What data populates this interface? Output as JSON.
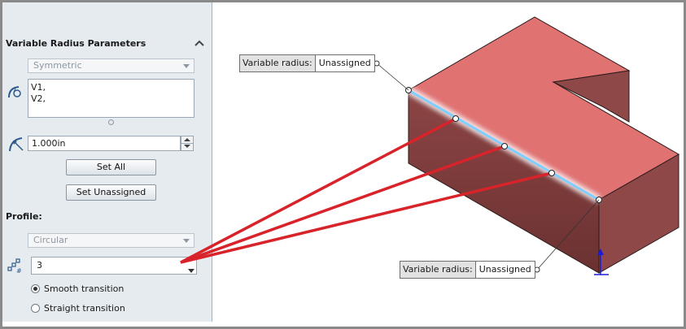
{
  "panel": {
    "title": "Variable Radius Parameters",
    "symmetry_select": "Symmetric",
    "vertex_list": [
      "V1,",
      "V2,"
    ],
    "radius_value": "1.000in",
    "set_all_label": "Set All",
    "set_unassigned_label": "Set Unassigned",
    "profile_label": "Profile:",
    "profile_select": "Circular",
    "instances_value": "3",
    "transition_options": [
      {
        "label": "Smooth transition",
        "checked": true
      },
      {
        "label": "Straight transition",
        "checked": false
      }
    ]
  },
  "viewport": {
    "callout_top": {
      "label": "Variable radius:",
      "value": "Unassigned"
    },
    "callout_bottom": {
      "label": "Variable radius:",
      "value": "Unassigned"
    },
    "colors": {
      "model_top": "#e07272",
      "model_front": "#7a3a3a",
      "model_side": "#8e4848",
      "selected_edge": "#7ecfff",
      "annotation_arrows": "#d8232a",
      "triad_axis": "#1a1adb"
    }
  }
}
